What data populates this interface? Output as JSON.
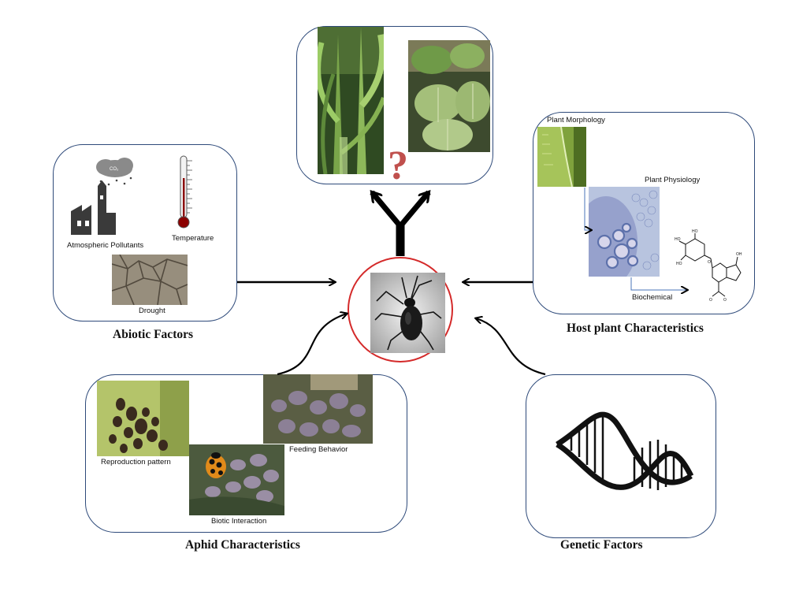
{
  "abiotic": {
    "title": "Abiotic Factors",
    "labels": {
      "pollutants": "Atmospheric Pollutants",
      "temperature": "Temperature",
      "drought": "Drought",
      "cloud_text": "CO₂"
    }
  },
  "center": {
    "question_mark": "?"
  },
  "host": {
    "title": "Host plant Characteristics",
    "labels": {
      "morphology": "Plant Morphology",
      "physiology": "Plant Physiology",
      "biochemical": "Biochemical"
    }
  },
  "aphid": {
    "title": "Aphid Characteristics",
    "labels": {
      "reproduction": "Reproduction pattern",
      "feeding": "Feeding Behavior",
      "biotic": "Biotic Interaction"
    }
  },
  "genetic": {
    "title": "Genetic Factors"
  },
  "colors": {
    "box_border": "#2e4a7a",
    "center_ring": "#d42a2a",
    "question": "#c0504d",
    "arrow": "#000000"
  }
}
